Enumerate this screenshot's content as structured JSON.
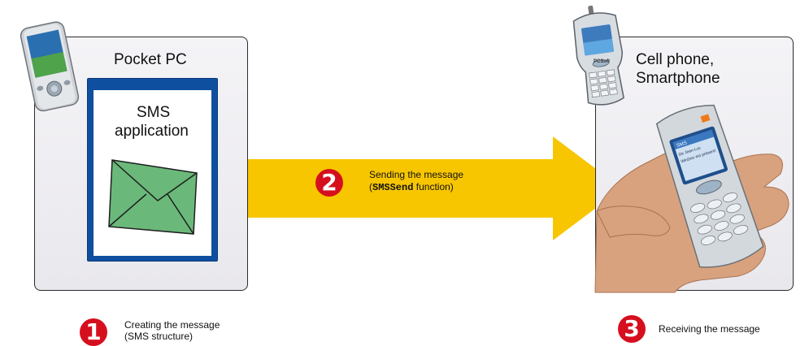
{
  "left_box": {
    "title": "Pocket PC"
  },
  "sms_window": {
    "line1": "SMS",
    "line2": "application"
  },
  "right_box": {
    "line1": "Cell phone,",
    "line2": "Smartphone"
  },
  "steps": [
    {
      "number": "1",
      "text_line1": "Creating the message",
      "text_line2": "(SMS structure)"
    },
    {
      "number": "2",
      "text_line1": "Sending the message",
      "code": "SMSSend",
      "text_after_code": " function)",
      "paren_open": "("
    },
    {
      "number": "3",
      "text_line1": "Receiving the message"
    }
  ],
  "phone_brand": "PCSoft",
  "phone_screen_lines": [
    "SMS",
    "De Jean-Luc",
    "WinDev est présent!"
  ],
  "colors": {
    "arrow": "#f7c600",
    "badge": "#d60f1e",
    "window": "#0f4f9f",
    "envelope": "#6ab97a"
  },
  "icons": [
    "pocket-pc-icon",
    "envelope-icon",
    "smartphone-icon",
    "hand-phone-icon"
  ]
}
